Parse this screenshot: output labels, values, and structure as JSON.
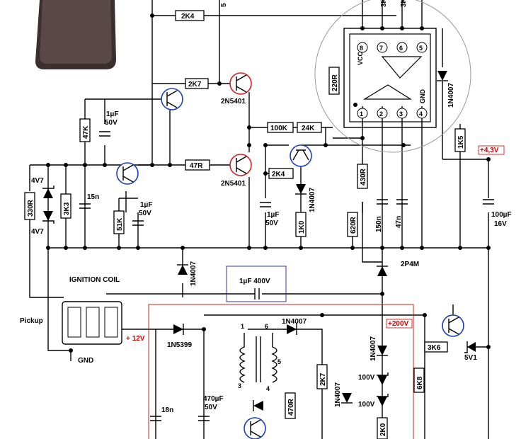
{
  "module_label": "",
  "resistors": {
    "r_2k4_top": "2K4",
    "r_2k7": "2K7",
    "r_47k": "47K",
    "r_100k": "100K",
    "r_24k": "24K",
    "r_47r": "47R",
    "r_2k4_mid": "2K4",
    "r_330r": "330R",
    "r_3k3": "3K3",
    "r_51k": "51K",
    "r_1k0": "1K0",
    "r_220r": "220R",
    "r_430r": "430R",
    "r_620r": "620R",
    "r_1k5": "1K5",
    "r_3k6": "3K6",
    "r_6k8": "6K8",
    "r_2k7_low": "2K7",
    "r_470r": "470R",
    "r_2k0": "2K0"
  },
  "capacitors": {
    "c_1uf_50v_a": "1µF",
    "c_1uf_50v_a_v": "50V",
    "c_15n": "15n",
    "c_1uf_50v_b": "1µF",
    "c_1uf_50v_b_v": "50V",
    "c_1uf_50v_c": "1µF",
    "c_1uf_50v_c_v": "50V",
    "c_150n": "150n",
    "c_47n": "47n",
    "c_100uf": "100µF",
    "c_100uf_v": "16V",
    "c_1uf_400v": "1µF 400V",
    "c_18n": "18n",
    "c_470uf": "470µF",
    "c_470uf_v": "50V"
  },
  "semiconductors": {
    "q_2n5401_top": "2N5401",
    "q_2n5401_mid": "2N5401",
    "d_1n4007_a": "1N4007",
    "d_1n4007_b": "1N4007",
    "d_1n4007_c": "1N4007",
    "d_1n4007_d": "1N4007",
    "d_1n4007_e": "1N4007",
    "d_1n4007_f": "1N4007",
    "d_1n5399": "1N5399",
    "z_4v7_a": "4V7",
    "z_4v7_b": "4V7",
    "z_100v_a": "100V",
    "z_100v_b": "100V",
    "z_5v1": "5V1",
    "scr_2p4m": "2P4M"
  },
  "ic_pins": {
    "vcc": "VCC",
    "gnd": "GND",
    "p8": "8",
    "p7": "7",
    "p6": "6",
    "p5": "5",
    "p1": "1",
    "p2": "2",
    "p3": "3",
    "p4": "4"
  },
  "coil_pins": {
    "p1": "1",
    "p6": "6",
    "p5": "5",
    "p3": "3",
    "p4": "4"
  },
  "texts": {
    "ignition_coil": "IGNITION COIL",
    "pickup": "Pickup",
    "gnd": "GND",
    "plus_12v": "+ 12V",
    "plus_4v3": "+4,3V",
    "plus_200v": "+200V",
    "top_r1": "5",
    "top_r2": "3K",
    "top_r3": "3K"
  },
  "colors": {
    "wire": "#000000",
    "accent_red": "#d40000",
    "transistor_blue": "#1a3fbf",
    "transistor_red": "#d42020",
    "cap_box_blue": "#3333aa",
    "hv_box_red": "#cc2222",
    "ic_circle": "#9a9a9a"
  }
}
